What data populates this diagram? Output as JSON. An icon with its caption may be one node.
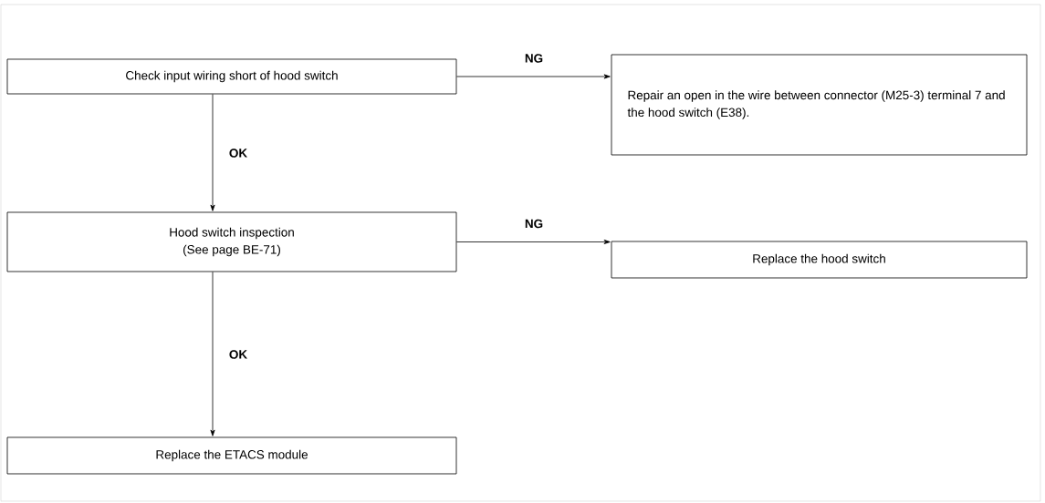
{
  "diagram": {
    "nodes": [
      {
        "text": [
          "Check input wiring short of hood switch"
        ]
      },
      {
        "text": [
          "Repair an open in the wire between connector (M25-3) terminal 7 and the hood switch (E38)."
        ]
      },
      {
        "text": [
          "Hood switch inspection",
          "(See page BE-71)"
        ]
      },
      {
        "text": [
          "Replace the hood switch"
        ]
      },
      {
        "text": [
          "Replace the ETACS module"
        ]
      }
    ],
    "edges": [
      {
        "from": 0,
        "to": 1,
        "arrow": "to",
        "label": "NG"
      },
      {
        "from": 0,
        "to": 2,
        "arrow": "to",
        "label": "OK"
      },
      {
        "from": 2,
        "to": 3,
        "arrow": "to",
        "label": "NG"
      },
      {
        "from": 2,
        "to": 4,
        "arrow": "to",
        "label": "OK"
      }
    ]
  }
}
